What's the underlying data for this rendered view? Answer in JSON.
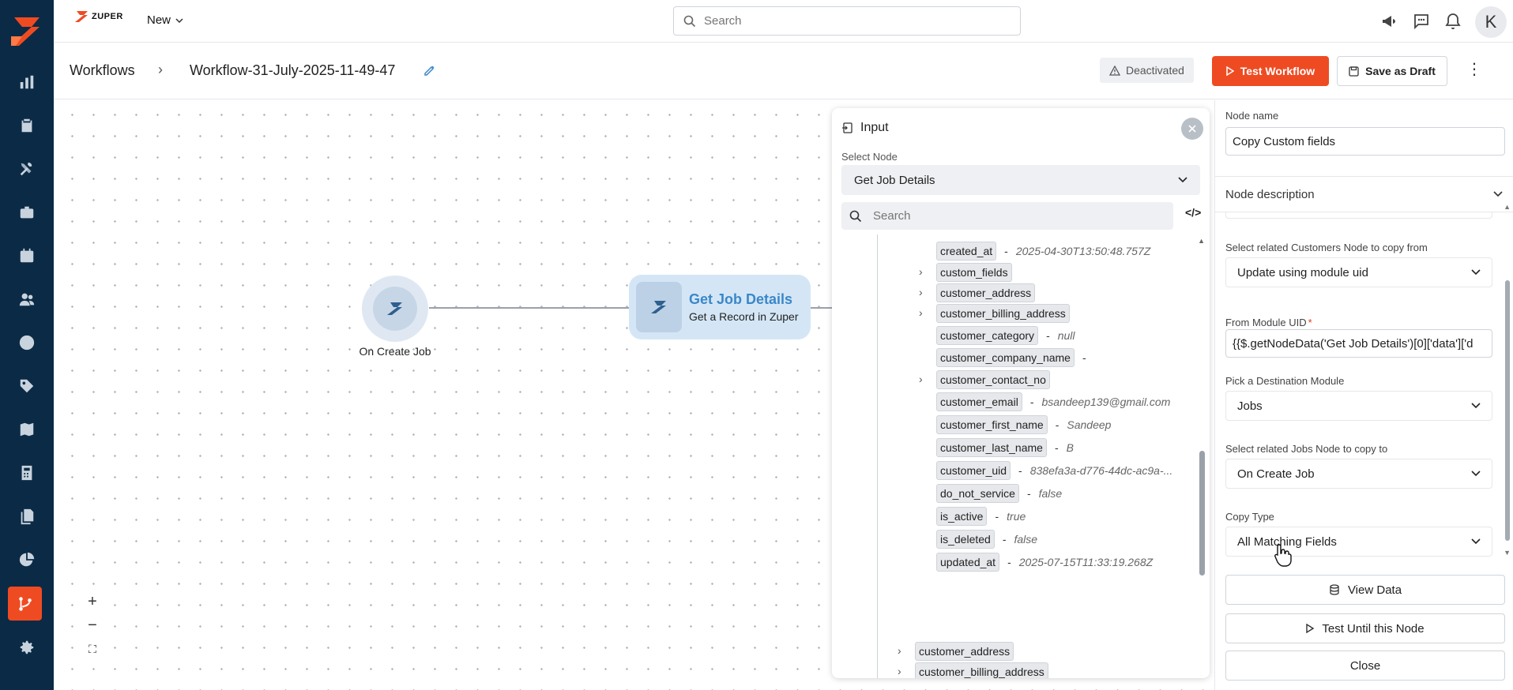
{
  "brand": {
    "name": "ZUPER",
    "accent": "#ef4b23",
    "sidebar_bg": "#0b2a45"
  },
  "sidebar": {
    "items": [
      {
        "name": "dashboard",
        "icon": "bar-chart-icon"
      },
      {
        "name": "jobs",
        "icon": "clipboard-icon"
      },
      {
        "name": "tools",
        "icon": "tools-icon"
      },
      {
        "name": "briefcase",
        "icon": "briefcase-icon"
      },
      {
        "name": "calendar",
        "icon": "calendar-icon"
      },
      {
        "name": "users",
        "icon": "users-icon"
      },
      {
        "name": "timesheet",
        "icon": "clock-icon"
      },
      {
        "name": "tags",
        "icon": "tag-icon"
      },
      {
        "name": "map",
        "icon": "map-icon"
      },
      {
        "name": "invoices",
        "icon": "calculator-icon"
      },
      {
        "name": "documents",
        "icon": "documents-icon"
      },
      {
        "name": "reports",
        "icon": "pie-chart-icon"
      },
      {
        "name": "workflows",
        "icon": "workflow-icon",
        "active": true
      },
      {
        "name": "settings",
        "icon": "gear-icon"
      }
    ]
  },
  "topbar": {
    "new_label": "New",
    "search_placeholder": "Search",
    "avatar_initial": "K"
  },
  "breadcrumb": {
    "root": "Workflows",
    "separator": "›",
    "title": "Workflow-31-July-2025-11-49-47"
  },
  "actions": {
    "status": "Deactivated",
    "test_workflow": "Test Workflow",
    "save_draft": "Save as Draft"
  },
  "canvas": {
    "nodes": [
      {
        "id": "trigger",
        "label": "On Create Job"
      },
      {
        "id": "get-job",
        "title": "Get Job Details",
        "subtitle": "Get a Record in Zuper"
      }
    ],
    "zoom": {
      "in": "+",
      "out": "−",
      "fit": "⛶"
    }
  },
  "input_panel": {
    "title": "Input",
    "select_label": "Select Node",
    "select_value": "Get Job Details",
    "search_placeholder": "Search",
    "code_toggle": "</>",
    "rows": [
      {
        "key": "created_at",
        "value": "2025-04-30T13:50:48.757Z"
      },
      {
        "key": "custom_fields",
        "value": "",
        "expandable": true
      },
      {
        "key": "customer_address",
        "value": "",
        "expandable": true
      },
      {
        "key": "customer_billing_address",
        "value": "",
        "expandable": true
      },
      {
        "key": "customer_category",
        "value": "null"
      },
      {
        "key": "customer_company_name",
        "value": ""
      },
      {
        "key": "customer_contact_no",
        "value": "",
        "expandable": true
      },
      {
        "key": "customer_email",
        "value": "bsandeep139@gmail.com"
      },
      {
        "key": "customer_first_name",
        "value": "Sandeep"
      },
      {
        "key": "customer_last_name",
        "value": "B"
      },
      {
        "key": "customer_uid",
        "value": "838efa3a-d776-44dc-ac9a-..."
      },
      {
        "key": "do_not_service",
        "value": "false"
      },
      {
        "key": "is_active",
        "value": "true"
      },
      {
        "key": "is_deleted",
        "value": "false"
      },
      {
        "key": "updated_at",
        "value": "2025-07-15T11:33:19.268Z"
      }
    ],
    "outer_rows": [
      {
        "key": "customer_address"
      },
      {
        "key": "customer_billing_address"
      }
    ]
  },
  "config_panel": {
    "node_name_label": "Node name",
    "node_name_value": "Copy Custom fields",
    "node_description_label": "Node description",
    "customers_node_label": "Select related Customers Node to copy from",
    "customers_node_value": "Update using module uid",
    "from_module_uid_label": "From Module UID",
    "from_module_uid_value": "{{$.getNodeData('Get Job Details')[0]['data']['d",
    "destination_label": "Pick a Destination Module",
    "destination_value": "Jobs",
    "jobs_node_label": "Select related Jobs Node to copy to",
    "jobs_node_value": "On Create Job",
    "copy_type_label": "Copy Type",
    "copy_type_value": "All Matching Fields",
    "view_data": "View Data",
    "test_until": "Test Until this Node",
    "close": "Close"
  }
}
